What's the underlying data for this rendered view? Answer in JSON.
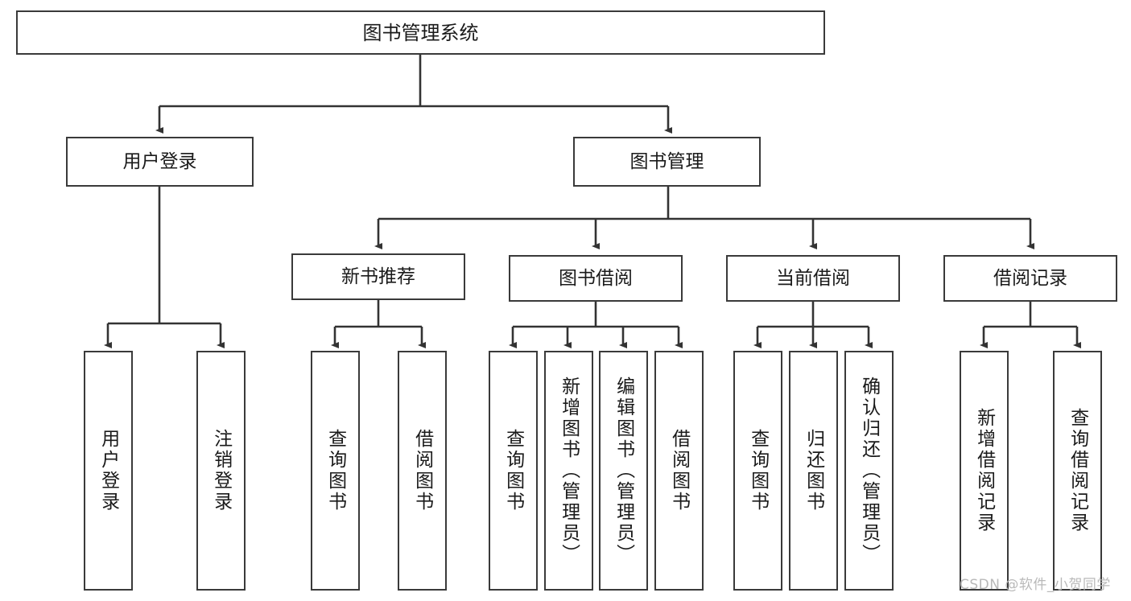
{
  "diagram": {
    "title": "图书管理系统",
    "type": "tree-hierarchy",
    "watermark": "CSDN @软件_小贺同学",
    "colors": {
      "box_border": "#3a3a3a",
      "box_fill": "#ffffff",
      "edge": "#333333",
      "text": "#1a1a1a",
      "watermark": "#b9b9b9"
    },
    "nodes": {
      "root": {
        "label": "图书管理系统"
      },
      "level2": [
        {
          "id": "user-login",
          "label": "用户登录"
        },
        {
          "id": "book-manage",
          "label": "图书管理"
        }
      ],
      "level3": [
        {
          "id": "new-book-recommend",
          "label": "新书推荐"
        },
        {
          "id": "book-borrow",
          "label": "图书借阅"
        },
        {
          "id": "current-borrow",
          "label": "当前借阅"
        },
        {
          "id": "borrow-record",
          "label": "借阅记录"
        }
      ],
      "leaves": [
        {
          "id": "leaf-user-login",
          "label": "用户登录"
        },
        {
          "id": "leaf-user-logout",
          "label": "注销登录"
        },
        {
          "id": "leaf-query-book-1",
          "label": "查询图书"
        },
        {
          "id": "leaf-borrow-book-1",
          "label": "借阅图书"
        },
        {
          "id": "leaf-query-book-2",
          "label": "查询图书"
        },
        {
          "id": "leaf-add-book",
          "label": "新增图书（管理员）"
        },
        {
          "id": "leaf-edit-book",
          "label": "编辑图书（管理员）"
        },
        {
          "id": "leaf-borrow-book-2",
          "label": "借阅图书"
        },
        {
          "id": "leaf-query-book-3",
          "label": "查询图书"
        },
        {
          "id": "leaf-return-book",
          "label": "归还图书"
        },
        {
          "id": "leaf-confirm-return",
          "label": "确认归还（管理员）"
        },
        {
          "id": "leaf-add-borrow-record",
          "label": "新增借阅记录"
        },
        {
          "id": "leaf-query-borrow-record",
          "label": "查询借阅记录"
        }
      ]
    }
  }
}
